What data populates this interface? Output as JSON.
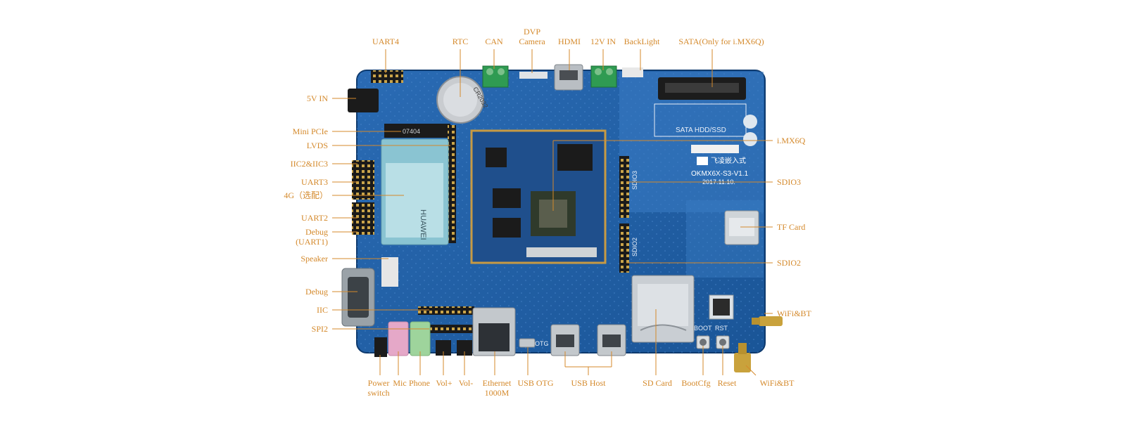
{
  "labels": {
    "uart4": "UART4",
    "rtc": "RTC",
    "can": "CAN",
    "dvp_camera": [
      "DVP",
      "Camera"
    ],
    "hdmi": "HDMI",
    "v12_in": "12V IN",
    "backlight": "BackLight",
    "sata": "SATA(Only for i.MX6Q)",
    "v5_in": "5V IN",
    "mini_pcie": "Mini PCIe",
    "lvds": "LVDS",
    "iic2_iic3": "IIC2&IIC3",
    "uart3": "UART3",
    "g4": "4G（选配）",
    "uart2": "UART2",
    "debug_uart1": [
      "Debug",
      "(UART1)"
    ],
    "speaker": "Speaker",
    "debug": "Debug",
    "iic": "IIC",
    "spi2": "SPI2",
    "imx6q": "i.MX6Q",
    "sdio3": "SDIO3",
    "tf_card": "TF Card",
    "sdio2": "SDIO2",
    "wifibt_top": "WiFi&BT",
    "wifibt_bottom": "WiFi&BT",
    "power_switch": [
      "Power",
      "switch"
    ],
    "mic": "Mic",
    "phone": "Phone",
    "vol_plus": "Vol+",
    "vol_minus": "Vol-",
    "ethernet": [
      "Ethernet",
      "1000M"
    ],
    "usb_otg": "USB OTG",
    "usb_host": "USB Host",
    "sd_card": "SD Card",
    "bootcfg": "BootCfg",
    "reset": "Reset"
  },
  "board_text": {
    "sata_silk": "SATA HDD/SSD",
    "model": "OKMX6X-S3-V1.1",
    "date": "2017.11.10.",
    "brand_cn": "飞凌嵌入式",
    "module": "HUAWEI",
    "battery": "CR2032",
    "sdio3_silk": "SDIO3",
    "sdio2_silk": "SDIO2",
    "boot_silk": "BOOT",
    "rst_silk": "RST",
    "otg_silk": "OTG",
    "pcie_code": "07404"
  },
  "colors": {
    "label": "#d4892b",
    "board": "#1f5fa8",
    "board_dark": "#123f78",
    "line": "#d4892b"
  }
}
